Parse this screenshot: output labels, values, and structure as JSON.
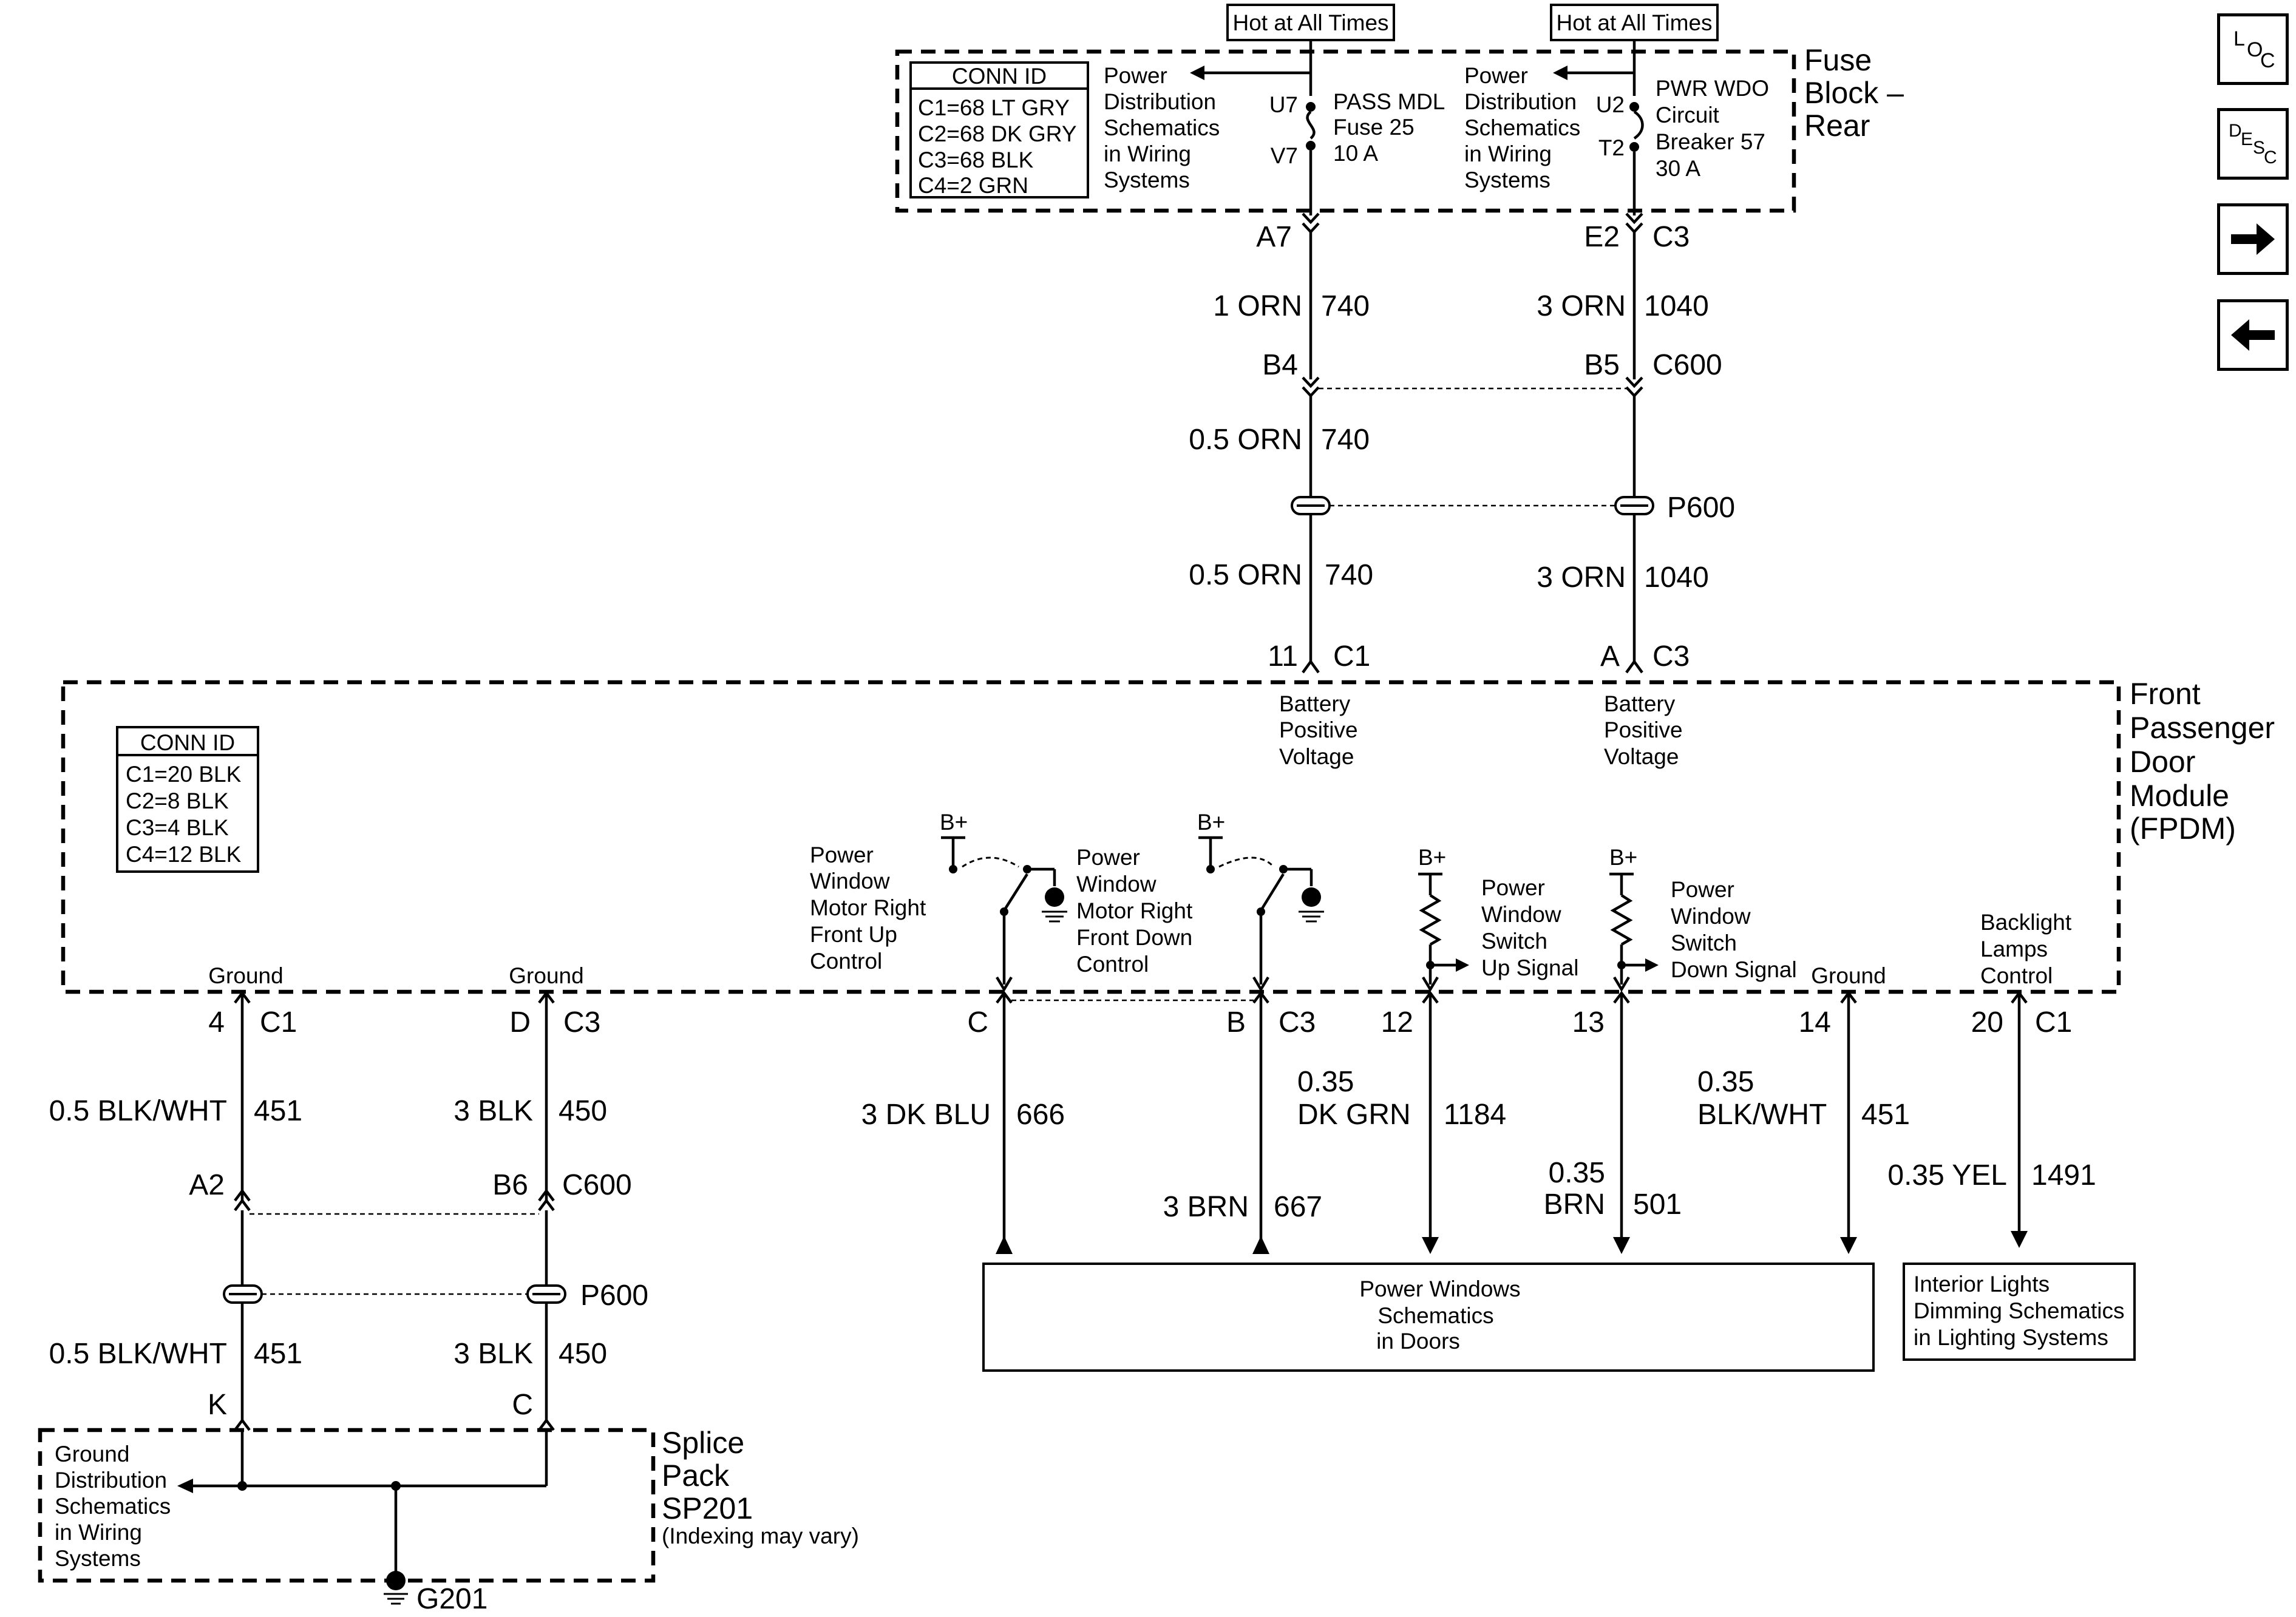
{
  "nav": {
    "loc": {
      "l": "L",
      "o": "O",
      "c": "C"
    },
    "desc": {
      "d": "D",
      "e": "E",
      "s": "S",
      "c": "C"
    }
  },
  "fuse_block": {
    "hot1": "Hot at All Times",
    "hot2": "Hot at All Times",
    "conn_id": {
      "title": "CONN ID",
      "lines": [
        "C1=68 LT GRY",
        "C2=68 DK GRY",
        "C3=68 BLK",
        "C4=2 GRN"
      ]
    },
    "pd1": [
      "Power",
      "Distribution",
      "Schematics",
      "in Wiring",
      "Systems"
    ],
    "pd2": [
      "Power",
      "Distribution",
      "Schematics",
      "in Wiring",
      "Systems"
    ],
    "u7": "U7",
    "v7": "V7",
    "u2": "U2",
    "t2": "T2",
    "fuse": [
      "PASS MDL",
      "Fuse 25",
      "10 A"
    ],
    "breaker": [
      "PWR WDO",
      "Circuit",
      "Breaker 57",
      "30 A"
    ],
    "name": [
      "Fuse",
      "Block –",
      "Rear"
    ]
  },
  "upper_wires": {
    "a7": "A7",
    "e2": "E2",
    "c3": "C3",
    "w1_gauge": "1 ORN",
    "w1_circuit": "740",
    "w2_gauge": "3 ORN",
    "w2_circuit": "1040",
    "b4": "B4",
    "b5": "B5",
    "c600": "C600",
    "w3_gauge": "0.5 ORN",
    "w3_circuit": "740",
    "p600": "P600",
    "w4_gauge": "0.5 ORN",
    "w4_circuit": "740",
    "w5_gauge": "3 ORN",
    "w5_circuit": "1040",
    "pin11": "11",
    "c1": "C1",
    "pinA": "A",
    "c3b": "C3"
  },
  "module": {
    "name": [
      "Front",
      "Passenger",
      "Door",
      "Module",
      "(FPDM)"
    ],
    "conn_id": {
      "title": "CONN ID",
      "lines": [
        "C1=20 BLK",
        "C2=8 BLK",
        "C3=4 BLK",
        "C4=12 BLK"
      ]
    },
    "bpv1": [
      "Battery",
      "Positive",
      "Voltage"
    ],
    "bpv2": [
      "Battery",
      "Positive",
      "Voltage"
    ],
    "bplus": [
      "B+",
      "B+",
      "B+",
      "B+"
    ],
    "front_up": [
      "Power",
      "Window",
      "Motor Right",
      "Front Up",
      "Control"
    ],
    "front_down": [
      "Power",
      "Window",
      "Motor Right",
      "Front Down",
      "Control"
    ],
    "switch_up": [
      "Power",
      "Window",
      "Switch",
      "Up Signal"
    ],
    "switch_down": [
      "Power",
      "Window",
      "Switch",
      "Down Signal"
    ],
    "ground_labels": [
      "Ground",
      "Ground",
      "Ground"
    ],
    "backlight": [
      "Backlight",
      "Lamps",
      "Control"
    ]
  },
  "lower_wires": {
    "pins": {
      "p4": "4",
      "c1a": "C1",
      "pD": "D",
      "c3a": "C3",
      "pC": "C",
      "pB": "B",
      "c3b": "C3",
      "p12": "12",
      "p13": "13",
      "p14": "14",
      "p20": "20",
      "c1b": "C1"
    },
    "w451_gauge": "0.5 BLK/WHT",
    "w451_circuit": "451",
    "w450_gauge": "3 BLK",
    "w450_circuit": "450",
    "w666_gauge": "3 DK BLU",
    "w666_circuit": "666",
    "w667_gauge": "3 BRN",
    "w667_circuit": "667",
    "w1184_gauge_1": "0.35",
    "w1184_gauge_2": "DK GRN",
    "w1184_circuit": "1184",
    "w501_gauge_1": "0.35",
    "w501_gauge_2": "BRN",
    "w501_circuit": "501",
    "w451b_gauge_1": "0.35",
    "w451b_gauge_2": "BLK/WHT",
    "w451b_circuit": "451",
    "w1491_gauge": "0.35 YEL",
    "w1491_circuit": "1491",
    "a2": "A2",
    "b6": "B6",
    "c600": "C600",
    "p600": "P600",
    "w451c_gauge": "0.5 BLK/WHT",
    "w451c_circuit": "451",
    "w450b_gauge": "3 BLK",
    "w450b_circuit": "450",
    "pK": "K",
    "pC2": "C"
  },
  "destinations": {
    "power_windows": [
      "Power Windows",
      "Schematics",
      "in Doors"
    ],
    "interior_lights": [
      "Interior Lights",
      "Dimming Schematics",
      "in Lighting Systems"
    ]
  },
  "splice": {
    "ground_dist": [
      "Ground",
      "Distribution",
      "Schematics",
      "in Wiring",
      "Systems"
    ],
    "name": [
      "Splice",
      "Pack",
      "SP201"
    ],
    "note": "(Indexing may vary)",
    "g201": "G201"
  }
}
